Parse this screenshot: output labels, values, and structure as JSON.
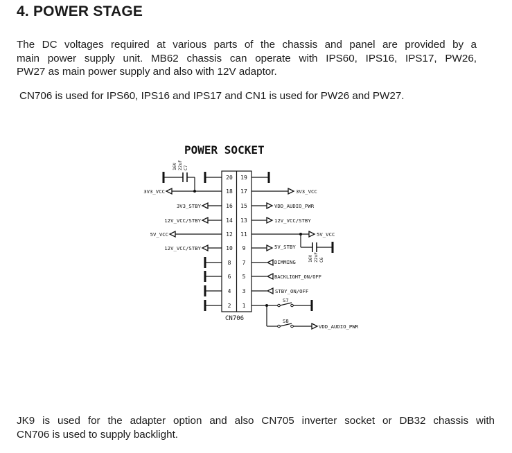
{
  "section": {
    "heading": "4. POWER STAGE"
  },
  "paragraphs": {
    "p1_line1": "The DC voltages required at various parts of the chassis and panel are provided by a",
    "p1_line2": "main power supply unit. MB62 chassis can operate with IPS60, IPS16, IPS17, PW26,",
    "p1_line3": "PW27 as main power supply and also with 12V adaptor.",
    "p2": "CN706 is used for IPS60, IPS16 and IPS17 and CN1 is used for PW26 and PW27.",
    "p3_line1": "JK9 is used for the adapter option and also CN705 inverter socket or DB32 chassis with",
    "p3_line2": "CN706 is used to supply backlight."
  },
  "schematic": {
    "title": "POWER SOCKET",
    "connector_ref": "CN706",
    "pins_left": [
      "20",
      "18",
      "16",
      "14",
      "12",
      "10",
      "8",
      "6",
      "4",
      "2"
    ],
    "pins_right": [
      "19",
      "17",
      "15",
      "13",
      "11",
      "9",
      "7",
      "5",
      "3",
      "1"
    ],
    "labels": {
      "3v3_vcc_left": "3V3_VCC",
      "3v3_stby": "3V3_STBY",
      "12v_vcc_stby_14": "12V_VCC/STBY",
      "5v_vcc_left": "5V_VCC",
      "12v_vcc_stby_10": "12V_VCC/STBY",
      "3v3_vcc_right": "3V3_VCC",
      "vdd_audio_pwr_15": "VDD_AUDIO_PWR",
      "12v_vcc_stby_13": "12V_VCC/STBY",
      "5v_vcc_right": "5V_VCC",
      "5v_stby": "5V_STBY",
      "dimming": "DIMMING",
      "backlight_on_off": "BACKLIGHT_ON/OFF",
      "stby_on_off": "STBY_ON/OFF",
      "vdd_audio_pwr_s8": "VDD_AUDIO_PWR"
    },
    "switch_s7": "S7",
    "switch_s8": "S8",
    "cap_c7": {
      "voltage": "16V",
      "value": "22uF",
      "ref": "C7"
    },
    "cap_c6": {
      "voltage": "16V",
      "value": "22uF",
      "ref": "C6"
    }
  }
}
